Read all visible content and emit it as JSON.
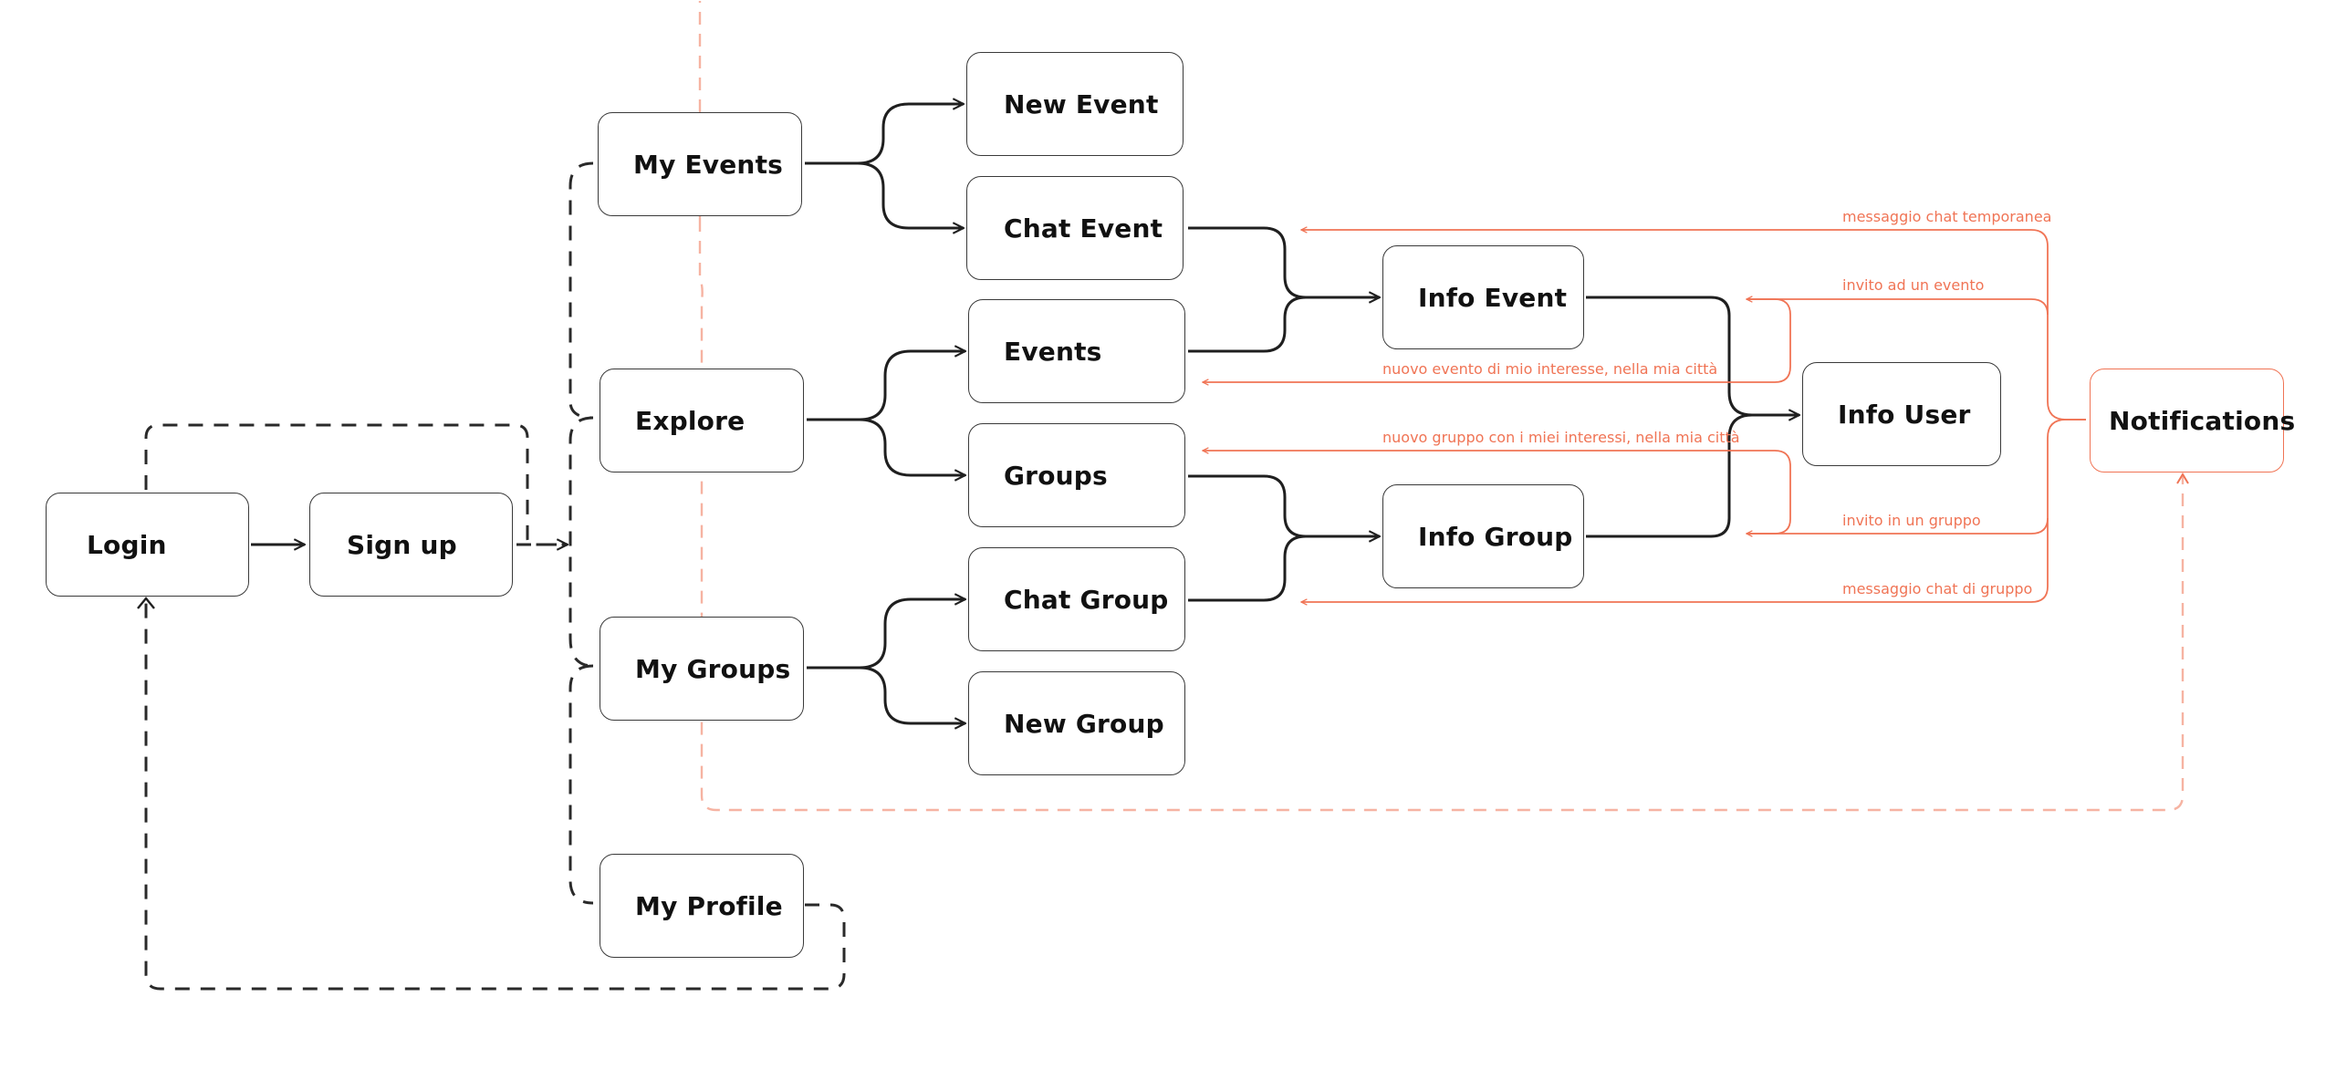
{
  "nodes": {
    "login": "Login",
    "signup": "Sign up",
    "my_events": "My Events",
    "explore": "Explore",
    "my_groups": "My Groups",
    "my_profile": "My Profile",
    "new_event": "New Event",
    "chat_event": "Chat Event",
    "events": "Events",
    "groups": "Groups",
    "chat_group": "Chat Group",
    "new_group": "New Group",
    "info_event": "Info Event",
    "info_group": "Info Group",
    "info_user": "Info User",
    "notifications": "Notifications"
  },
  "notification_labels": {
    "chat_temp": "messaggio chat temporanea",
    "invite_event": "invito ad un evento",
    "new_event_city": "nuovo evento di mio interesse, nella mia città",
    "new_group_city": "nuovo gruppo con i miei interessi, nella mia città",
    "invite_group": "invito in un gruppo",
    "group_chat": "messaggio chat di gruppo"
  },
  "colors": {
    "line": "#1f1f1f",
    "dashed": "#2a2a2a",
    "accent": "#f07455",
    "accent_light": "#f6b3a2"
  }
}
